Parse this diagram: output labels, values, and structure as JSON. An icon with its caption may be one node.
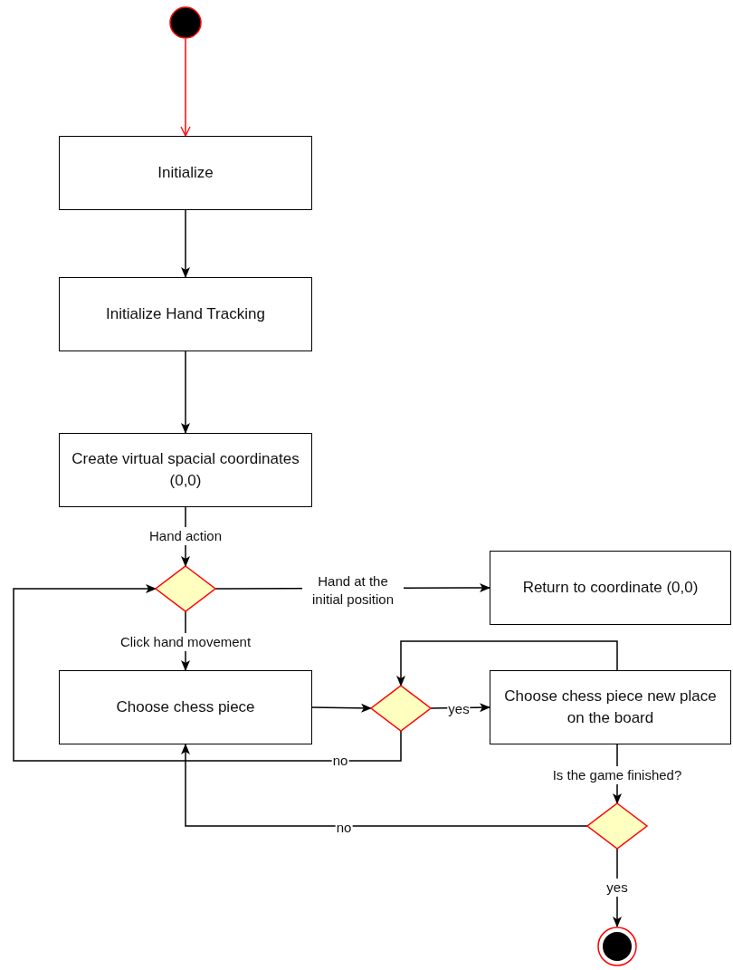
{
  "diagram": {
    "nodes": [
      {
        "text": [],
        "shape": "circle"
      },
      {
        "text": [
          "Initialize"
        ]
      },
      {
        "text": [
          "Initialize Hand Tracking"
        ]
      },
      {
        "text": [
          "Create virtual spacial coordinates (0,0)"
        ]
      },
      {
        "text": [],
        "shape": "diamond"
      },
      {
        "text": [
          "Return to coordinate (0,0)"
        ]
      },
      {
        "text": [
          "Choose chess piece"
        ]
      },
      {
        "text": [],
        "shape": "diamond"
      },
      {
        "text": [
          "Choose chess piece new place on the board"
        ]
      },
      {
        "text": [],
        "shape": "diamond"
      },
      {
        "text": [],
        "shape": "circle"
      }
    ],
    "edges": [
      {
        "from": 0,
        "to": 1,
        "arrow": "to",
        "color": "#ff0000"
      },
      {
        "from": 1,
        "to": 2,
        "arrow": "to"
      },
      {
        "from": 2,
        "to": 3,
        "arrow": "to"
      },
      {
        "from": 3,
        "to": 4,
        "arrow": "to",
        "label": "Hand action"
      },
      {
        "from": 4,
        "to": 5,
        "arrow": "to",
        "label": "Hand at the initial position"
      },
      {
        "from": 4,
        "to": 6,
        "arrow": "to",
        "label": "Click hand movement"
      },
      {
        "from": 6,
        "to": 7,
        "arrow": "to"
      },
      {
        "from": 7,
        "to": 8,
        "arrow": "to",
        "label": "yes"
      },
      {
        "from": 7,
        "to": 4,
        "arrow": "to",
        "label": "no"
      },
      {
        "from": 8,
        "to": 7,
        "arrow": "to"
      },
      {
        "from": 8,
        "to": 9,
        "arrow": "to",
        "label": "Is the game finished?"
      },
      {
        "from": 9,
        "to": 6,
        "arrow": "to",
        "label": "no"
      },
      {
        "from": 9,
        "to": 10,
        "arrow": "to",
        "label": "yes"
      }
    ]
  }
}
